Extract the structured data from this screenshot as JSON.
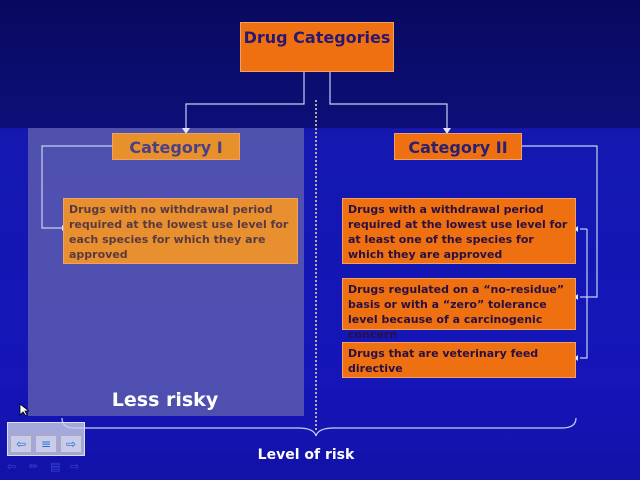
{
  "slide": {
    "title": "Drug Categories",
    "category1": "Category I",
    "category2": "Category II",
    "cat1_desc": "Drugs with no withdrawal period required at the lowest use level for each species for which they are approved",
    "cat2_items": [
      "Drugs with a withdrawal period required at the lowest use level for at least one of the species for which they are approved",
      "Drugs regulated on a “no-residue” basis or  with a “zero” tolerance level because of a carcinogenic concern",
      "Drugs that are veterinary feed directive"
    ],
    "less_risky": "Less risky",
    "level_of_risk": "Level of risk"
  },
  "toolbar": {
    "prev": "⇦",
    "menu": "≡",
    "next": "⇨"
  },
  "colors": {
    "orange": "#ee7010",
    "background": "#1418b0"
  }
}
